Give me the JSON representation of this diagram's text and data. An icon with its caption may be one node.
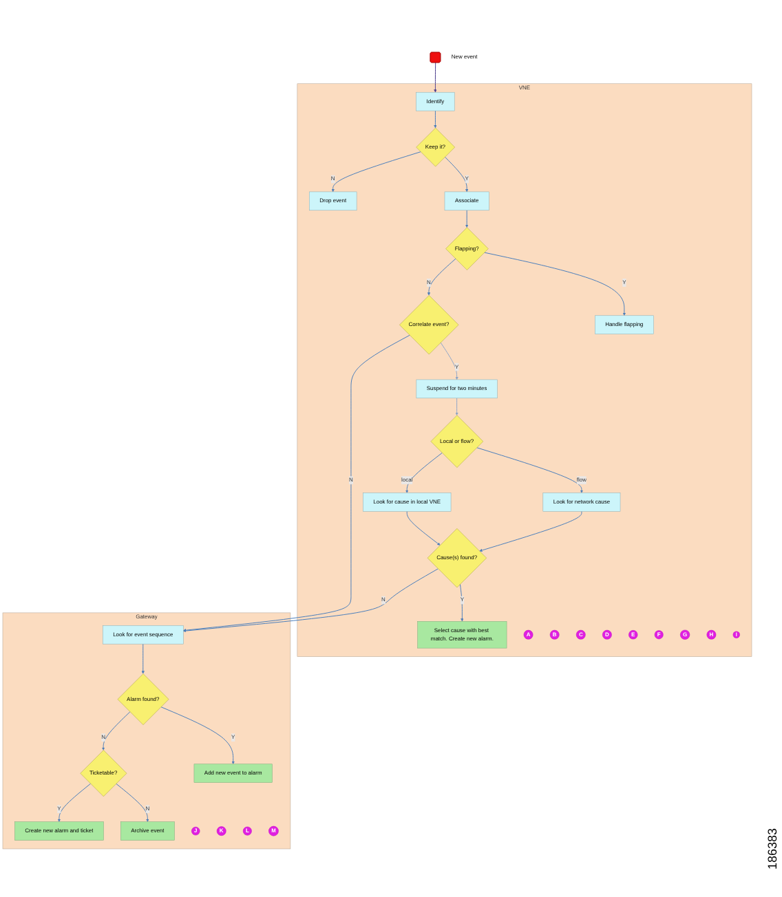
{
  "diagram": {
    "nodes": [
      {
        "text": [],
        "shape": "bell",
        "beside": [
          "New event"
        ]
      },
      {
        "text": [
          "VNE"
        ]
      },
      {
        "text": [
          "Identify"
        ],
        "in": 1
      },
      {
        "text": [
          "Keep it?"
        ],
        "in": 1
      },
      {
        "text": [
          "Drop event"
        ],
        "in": 1
      },
      {
        "text": [
          "Associate"
        ],
        "in": 1
      },
      {
        "text": [
          "Flapping?"
        ],
        "in": 1
      },
      {
        "text": [
          "Correlate event?"
        ],
        "in": 1
      },
      {
        "text": [
          "Handle flapping"
        ],
        "in": 1
      },
      {
        "text": [
          "Suspend for two minutes"
        ],
        "in": 1
      },
      {
        "text": [
          "Local or flow?"
        ],
        "in": 1
      },
      {
        "text": [
          "Look for cause in local VNE"
        ],
        "in": 1
      },
      {
        "text": [
          "Look for network cause"
        ],
        "in": 1
      },
      {
        "text": [
          "Cause(s) found?"
        ],
        "in": 1
      },
      {
        "text": [
          "Select cause with best match. Create new alarm."
        ],
        "in": 1
      },
      {
        "text": [
          "Gateway"
        ]
      },
      {
        "text": [
          "Look for event sequence"
        ],
        "in": 15
      },
      {
        "text": [
          "Alarm found?"
        ],
        "in": 15
      },
      {
        "text": [
          "Ticketable?"
        ],
        "in": 15
      },
      {
        "text": [
          "Add new event to alarm"
        ],
        "in": 15
      },
      {
        "text": [
          "Create new alarm and ticket"
        ],
        "in": 15
      },
      {
        "text": [
          "Archive event"
        ],
        "in": 15
      },
      {
        "text": [
          "A"
        ],
        "in": 1
      },
      {
        "text": [
          "B"
        ],
        "in": 1
      },
      {
        "text": [
          "C"
        ],
        "in": 1
      },
      {
        "text": [
          "D"
        ],
        "in": 1
      },
      {
        "text": [
          "E"
        ],
        "in": 1
      },
      {
        "text": [
          "F"
        ],
        "in": 1
      },
      {
        "text": [
          "G"
        ],
        "in": 1
      },
      {
        "text": [
          "H"
        ],
        "in": 1
      },
      {
        "text": [
          "I"
        ],
        "in": 1
      },
      {
        "text": [
          "J"
        ],
        "in": 15
      },
      {
        "text": [
          "K"
        ],
        "in": 15
      },
      {
        "text": [
          "L"
        ],
        "in": 15
      },
      {
        "text": [
          "M"
        ],
        "in": 15
      }
    ],
    "edges": [
      {
        "from": 0,
        "to": 2,
        "arrow": "to",
        "color": "#4b3c8c"
      },
      {
        "from": 2,
        "to": 3,
        "arrow": "to"
      },
      {
        "from": 3,
        "to": 4,
        "label": "N",
        "arrow": "to"
      },
      {
        "from": 3,
        "to": 5,
        "label": "Y",
        "arrow": "to"
      },
      {
        "from": 5,
        "to": 6,
        "arrow": "to"
      },
      {
        "from": 6,
        "to": 7,
        "label": "N",
        "arrow": "to"
      },
      {
        "from": 6,
        "to": 8,
        "label": "Y",
        "arrow": "to"
      },
      {
        "from": 7,
        "to": 16,
        "label": "N",
        "arrow": "to"
      },
      {
        "from": 7,
        "to": 9,
        "label": "Y",
        "arrow": "to",
        "color": "#8fa6c8"
      },
      {
        "from": 9,
        "to": 10,
        "arrow": "to",
        "color": "#8fa6c8"
      },
      {
        "from": 10,
        "to": 11,
        "label": "local",
        "arrow": "to"
      },
      {
        "from": 10,
        "to": 12,
        "label": "flow",
        "arrow": "to"
      },
      {
        "from": 11,
        "to": 13,
        "arrow": "to"
      },
      {
        "from": 12,
        "to": 13,
        "arrow": "to"
      },
      {
        "from": 13,
        "to": 14,
        "label": "Y",
        "arrow": "to"
      },
      {
        "from": 13,
        "to": 16,
        "label": "N",
        "arrow": "to"
      },
      {
        "from": 16,
        "to": 17,
        "arrow": "to"
      },
      {
        "from": 17,
        "to": 18,
        "label": "N",
        "arrow": "to"
      },
      {
        "from": 17,
        "to": 19,
        "label": "Y",
        "arrow": "to"
      },
      {
        "from": 18,
        "to": 20,
        "label": "Y",
        "arrow": "to"
      },
      {
        "from": 18,
        "to": 21,
        "label": "N",
        "arrow": "to"
      }
    ],
    "labels": [
      "186383"
    ]
  }
}
